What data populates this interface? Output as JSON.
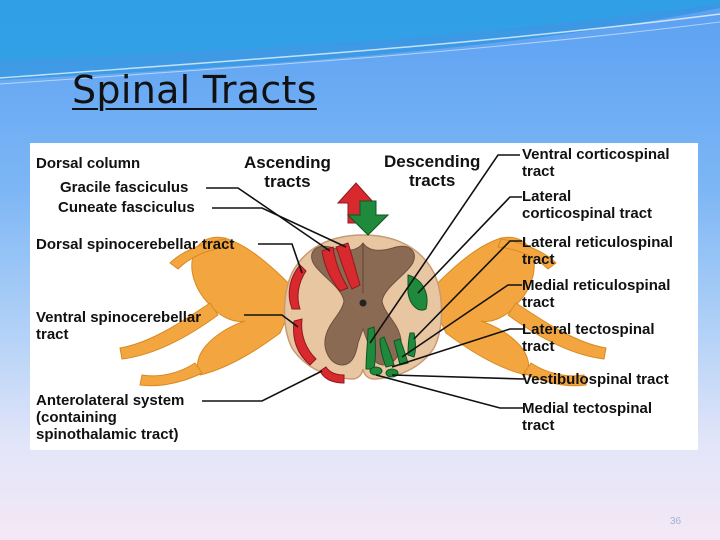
{
  "slide": {
    "title": "Spinal Tracts",
    "slide_number": "36"
  },
  "figure": {
    "legend": {
      "ascending": "Ascending\ntracts",
      "descending": "Descending\ntracts",
      "ascending_color": "#d8292f",
      "descending_color": "#1f8a3c"
    },
    "left_labels": {
      "dorsal_column": "Dorsal column",
      "gracile": "Gracile fasciculus",
      "cuneate": "Cuneate fasciculus",
      "dorsal_spinocerebellar": "Dorsal spinocerebellar tract",
      "ventral_spinocerebellar": "Ventral spinocerebellar\ntract",
      "anterolateral": "Anterolateral system\n(containing\nspinothalamic tract)"
    },
    "right_labels": {
      "ventral_corticospinal": "Ventral corticospinal\ntract",
      "lateral_corticospinal": "Lateral\ncorticospinal tract",
      "lateral_reticulospinal": "Lateral reticulospinal\ntract",
      "medial_reticulospinal": "Medial reticulospinal\ntract",
      "lateral_tectospinal": "Lateral tectospinal\ntract",
      "vestibulospinal": "Vestibulospinal tract",
      "medial_tectospinal": "Medial tectospinal\ntract"
    }
  }
}
